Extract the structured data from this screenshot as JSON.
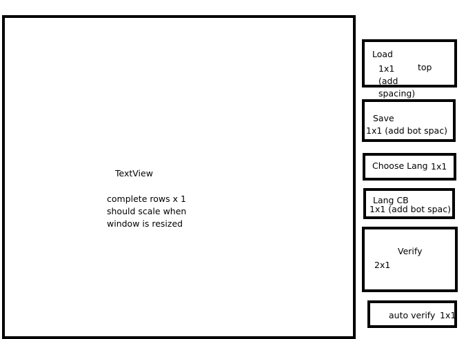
{
  "textview": {
    "title": "TextView",
    "note": "complete rows x 1\nshould scale when\nwindow is resized"
  },
  "load": {
    "title": "Load",
    "note": "1x1 (add\nspacing)",
    "note_extra": "top"
  },
  "save": {
    "title": "Save",
    "note": "1x1 (add bot spac)"
  },
  "choose_lang": {
    "title": "Choose Lang",
    "note": "1x1"
  },
  "lang_cb": {
    "title": "Lang CB",
    "note": "1x1 (add bot spac)"
  },
  "verify": {
    "title": "Verify",
    "note": "2x1"
  },
  "auto_verify": {
    "title": "auto verify",
    "note": "1x1"
  },
  "colors": {
    "border": "#000000",
    "background": "#ffffff",
    "text": "#000000"
  }
}
